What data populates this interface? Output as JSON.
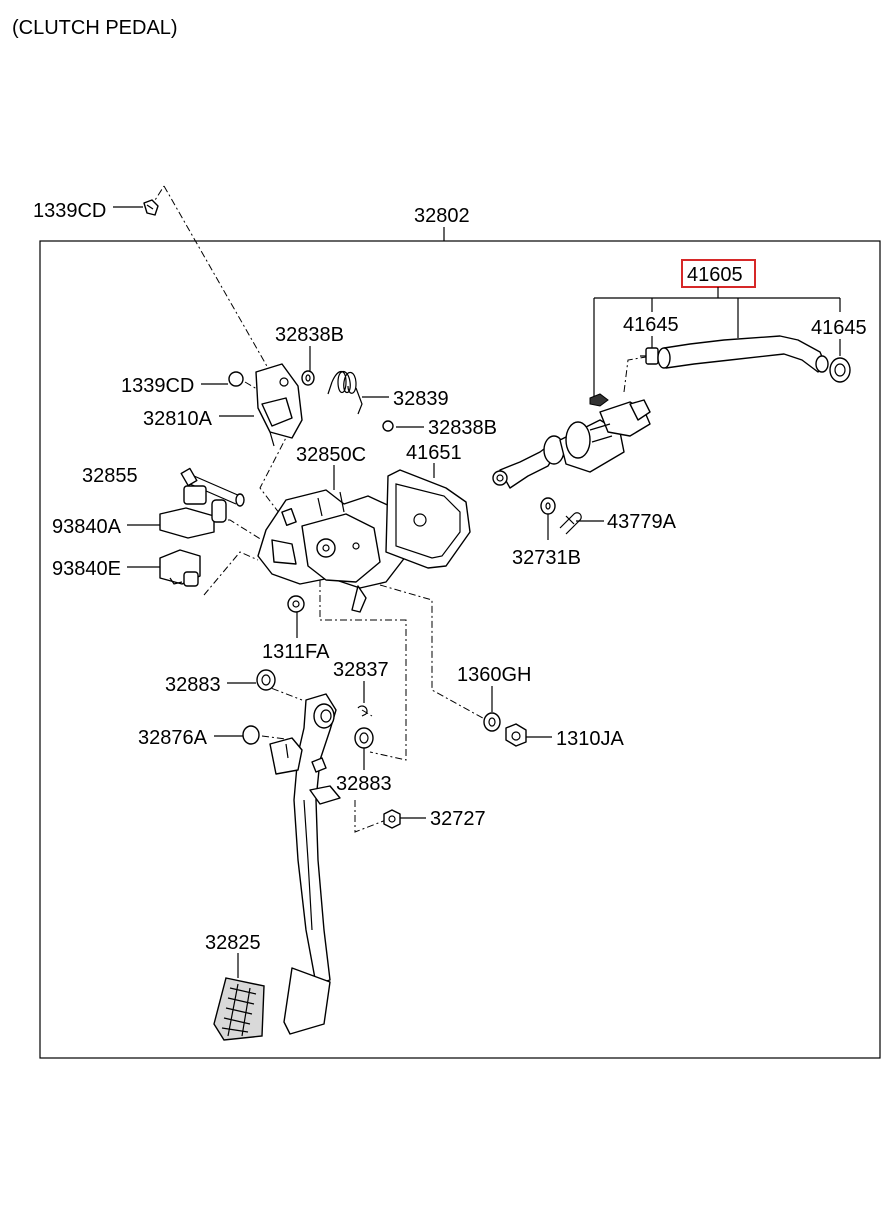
{
  "title": "(CLUTCH PEDAL)",
  "assembly_label": "32802",
  "highlighted_label": "41605",
  "highlight_color": "#d62828",
  "labels": {
    "l1339CD_top": "1339CD",
    "l32838B_top": "32838B",
    "l1339CD_mid": "1339CD",
    "l32810A": "32810A",
    "l32839": "32839",
    "l32838B_mid": "32838B",
    "l32850C": "32850C",
    "l41651": "41651",
    "l32855": "32855",
    "l93840A": "93840A",
    "l93840E": "93840E",
    "l41645_left": "41645",
    "l41645_right": "41645",
    "l43779A": "43779A",
    "l32731B": "32731B",
    "l1311FA": "1311FA",
    "l32837": "32837",
    "l32883_top": "32883",
    "l1360GH": "1360GH",
    "l32876A": "32876A",
    "l1310JA": "1310JA",
    "l32883_bot": "32883",
    "l32727": "32727",
    "l32825": "32825"
  }
}
